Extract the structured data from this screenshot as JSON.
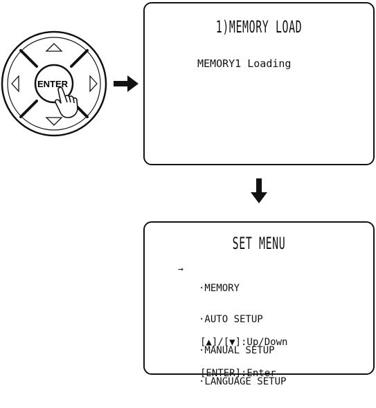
{
  "remote": {
    "center_label": "ENTER",
    "up_icon": "triangle-up-icon",
    "down_icon": "triangle-down-icon",
    "left_icon": "triangle-left-icon",
    "right_icon": "triangle-right-icon",
    "finger_icon": "pointing-hand-icon"
  },
  "arrows": {
    "to_screen1": "arrow-right-icon",
    "to_screen2": "arrow-down-icon"
  },
  "screen1": {
    "title": "1)MEMORY LOAD",
    "status": "MEMORY1 Loading"
  },
  "screen2": {
    "title": "SET MENU",
    "cursor": "→",
    "items": [
      {
        "label": "·MEMORY"
      },
      {
        "label": "·AUTO SETUP"
      },
      {
        "label": "·MANUAL SETUP"
      },
      {
        "label": "·LANGUAGE SETUP"
      }
    ],
    "help": [
      "[▲]/[▼]:Up/Down",
      "[ENTER]:Enter"
    ]
  },
  "colors": {
    "ink": "#111111",
    "background": "#ffffff"
  }
}
